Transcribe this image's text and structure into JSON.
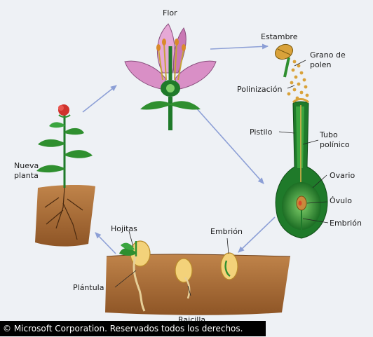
{
  "labels": {
    "flor": "Flor",
    "estambre": "Estambre",
    "grano_de_polen_1": "Grano de",
    "grano_de_polen_2": "polen",
    "polinizacion": "Polinización",
    "pistilo": "Pistilo",
    "tubo_polinico_1": "Tubo",
    "tubo_polinico_2": "polínico",
    "ovario": "Ovario",
    "ovulo": "Óvulo",
    "embrion_right": "Embrión",
    "embrion_bottom": "Embrión",
    "hojitas": "Hojitas",
    "plantula": "Plántula",
    "raicilla": "Raicilla",
    "nueva_planta_1": "Nueva",
    "nueva_planta_2": "planta"
  },
  "credit": "© Microsoft Corporation. Reservados todos los derechos.",
  "colors": {
    "arrow": "#8c9fd6",
    "leaf_green": "#2f8f2f",
    "pistil_green": "#1f7a2a",
    "petal": "#d98fc6",
    "soil": "#a86a35",
    "pollen": "#d9a23a"
  }
}
